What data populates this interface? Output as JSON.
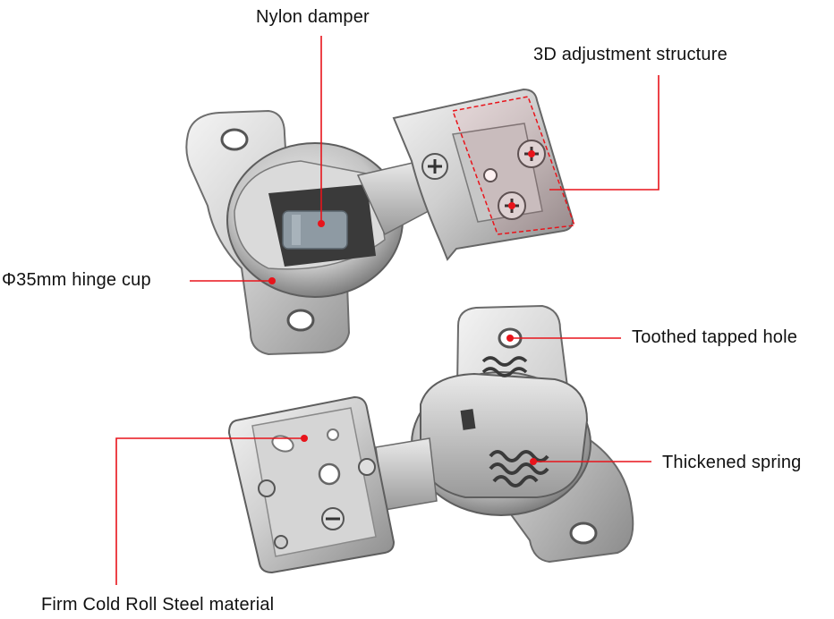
{
  "labels": {
    "nylon_damper": "Nylon damper",
    "adjustment_structure": "3D adjustment structure",
    "hinge_cup": "Φ35mm hinge cup",
    "toothed_hole": "Toothed tapped hole",
    "thickened_spring": "Thickened  spring",
    "steel_material": "Firm Cold Roll Steel material"
  },
  "colors": {
    "callout": "#e8141b",
    "metal_light": "#eeeeee",
    "metal_mid": "#bdbdbd",
    "metal_dark": "#6e6e6e",
    "damper": "#8e9aa3"
  }
}
